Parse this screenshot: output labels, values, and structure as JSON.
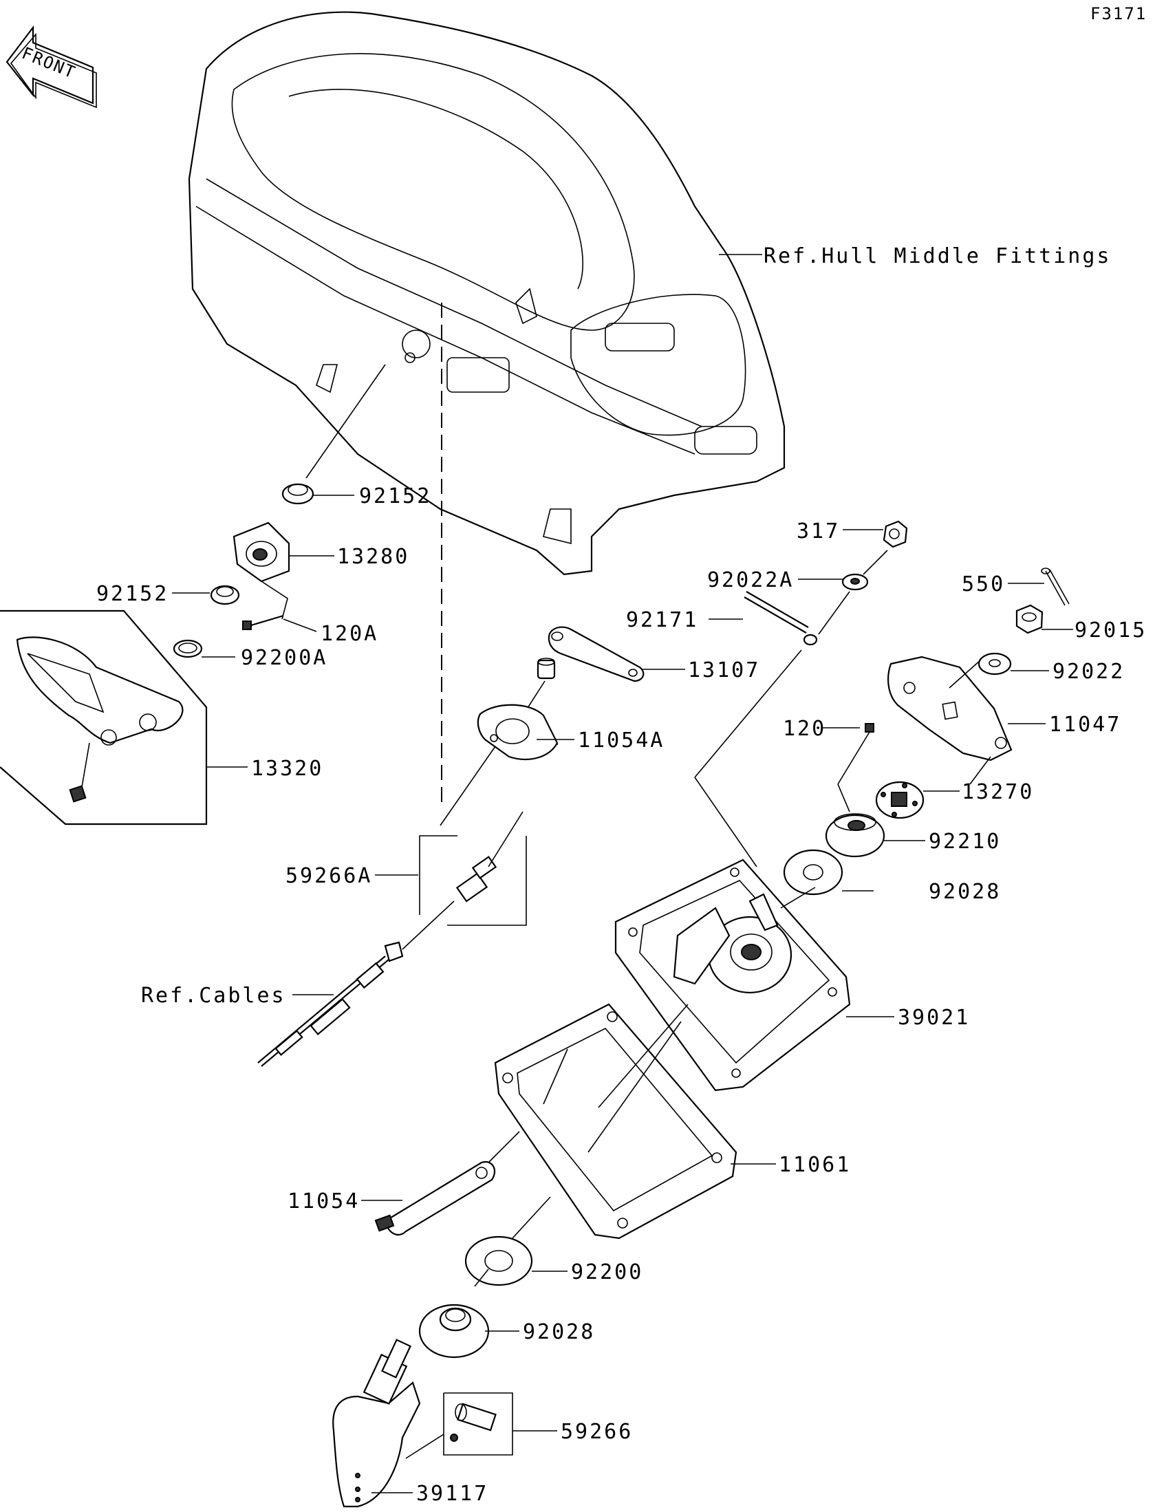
{
  "figure_code": "F3171",
  "front_label": "FRONT",
  "labels": {
    "ref_hull": "Ref.Hull Middle Fittings",
    "p92152a": "92152",
    "p13280": "13280",
    "p92152b": "92152",
    "p120a": "120A",
    "p92200a": "92200A",
    "p13320": "13320",
    "p317": "317",
    "p92022a": "92022A",
    "p550": "550",
    "p92171": "92171",
    "p92015": "92015",
    "p13107": "13107",
    "p92022": "92022",
    "p11054a": "11054A",
    "p11047": "11047",
    "p120": "120",
    "p13270": "13270",
    "p92210": "92210",
    "p59266a": "59266A",
    "p92028a": "92028",
    "ref_cables": "Ref.Cables",
    "p39021": "39021",
    "p11061": "11061",
    "p11054": "11054",
    "p92200": "92200",
    "p92028b": "92028",
    "p59266": "59266",
    "p39117": "39117"
  }
}
